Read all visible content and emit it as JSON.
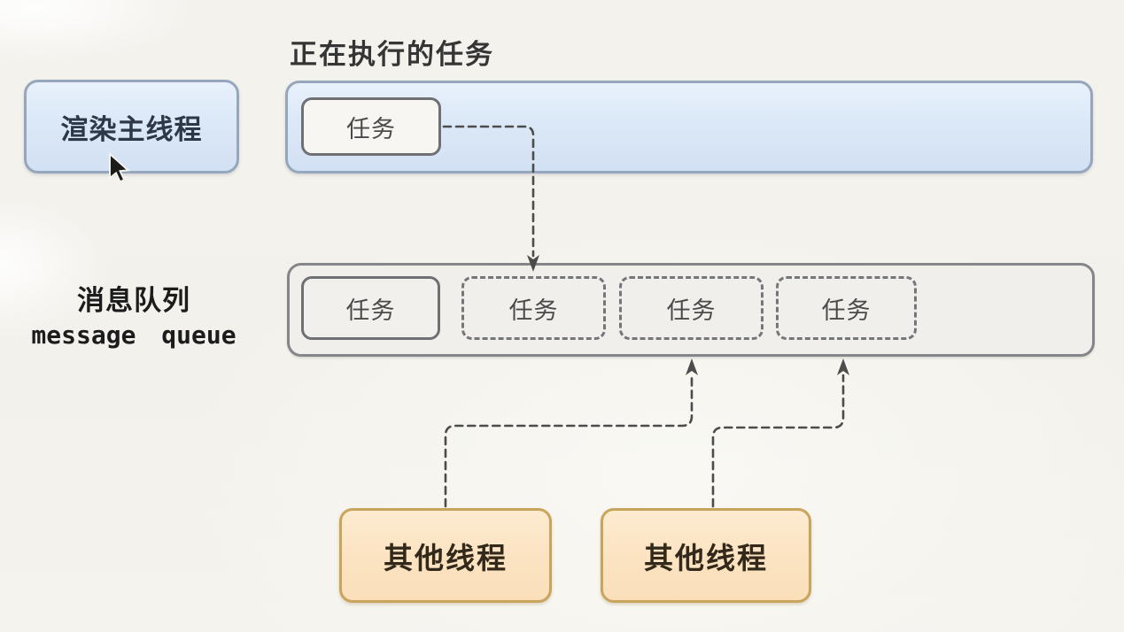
{
  "title": {
    "text": "正在执行的任务"
  },
  "render_thread": {
    "label": "渲染主线程"
  },
  "executing_bar": {
    "task": {
      "label": "任务",
      "style": "solid"
    }
  },
  "message_queue": {
    "label_zh": "消息队列",
    "label_en": "message queue",
    "tasks": [
      {
        "label": "任务",
        "style": "solid"
      },
      {
        "label": "任务",
        "style": "dashed"
      },
      {
        "label": "任务",
        "style": "dashed"
      },
      {
        "label": "任务",
        "style": "dashed"
      }
    ]
  },
  "other_threads": [
    {
      "label": "其他线程"
    },
    {
      "label": "其他线程"
    }
  ],
  "icons": {
    "cursor": "mouse-pointer-arrow"
  },
  "colors": {
    "background": "#f4f2ed",
    "thread_box_fill": "#dbe8f7",
    "thread_box_border": "#96a7bd",
    "queue_fill": "#f1efeb",
    "queue_border": "#85868a",
    "task_box_border": "#6f7073",
    "other_thread_fill": "#fbe2c0",
    "other_thread_border": "#c9a45c",
    "arrow": "#4c4c4c",
    "title_text": "#353535"
  }
}
